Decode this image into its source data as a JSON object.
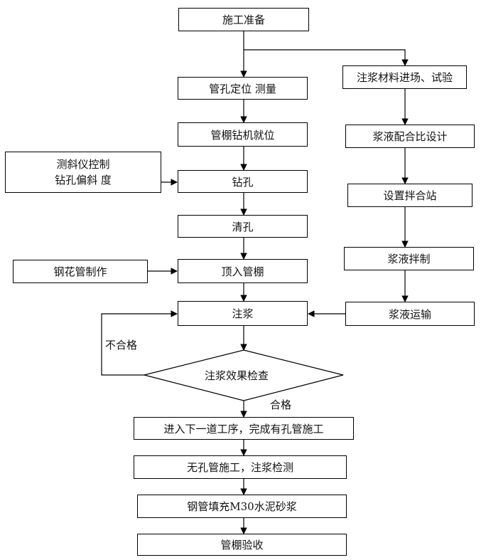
{
  "flowchart": {
    "main": {
      "construction_prep": "施工准备",
      "hole_positioning_survey": "管孔定位 测量",
      "drill_rig_positioning": "管棚钻机就位",
      "drilling": "钻孔",
      "hole_cleaning": "清孔",
      "pipe_jacking": "顶入管棚",
      "grouting": "注浆",
      "grouting_check": "注浆效果检查",
      "next_process": "进入下一道工序，完成有孔管施工",
      "non_perforated_pipe": "无孔管施工，注浆检测",
      "pipe_filling": "钢管填充M30水泥砂浆",
      "acceptance": "管棚验收"
    },
    "right_branch": {
      "materials_entry": "注浆材料进场、试验",
      "mix_design": "浆液配合比设计",
      "mixing_station": "设置拌合站",
      "slurry_mixing": "浆液拌制",
      "slurry_transport": "浆液运输"
    },
    "left_inputs": {
      "inclinometer_line1": "测斜仪控制",
      "inclinometer_line2": "钻孔偏斜 度",
      "steel_pipe_fabrication": "钢花管制作"
    },
    "decision_labels": {
      "fail": "不合格",
      "pass": "合格"
    }
  }
}
